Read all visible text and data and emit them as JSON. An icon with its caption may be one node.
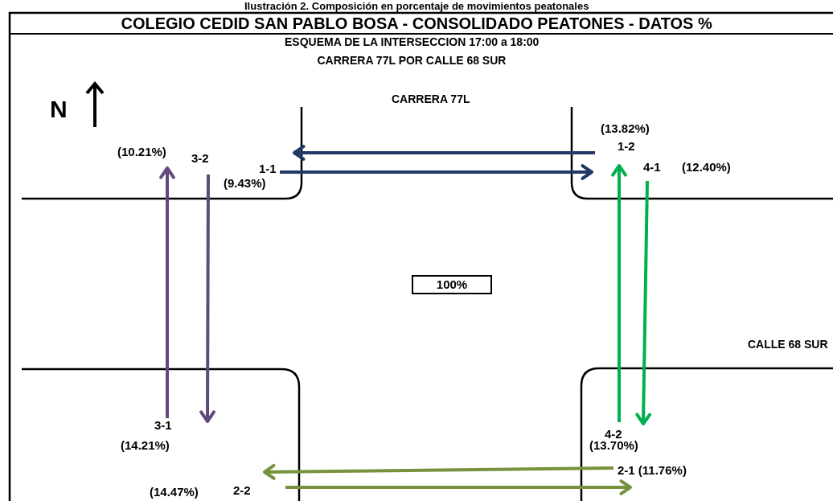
{
  "diagram": {
    "title": "COLEGIO CEDID SAN PABLO BOSA - CONSOLIDADO PEATONES - DATOS %",
    "caption": "Ilustración 2. Composición en porcentaje de movimientos peatonales",
    "nodes": [
      {
        "text": [
          "100%"
        ]
      }
    ],
    "labels": [
      "ESQUEMA DE LA INTERSECCION 17:00 a 18:00",
      "CARRERA 77L POR CALLE 68 SUR",
      "N",
      "CARRERA 77L",
      "(13.82%)",
      "(10.21%)",
      "3-2",
      "1-2",
      "1-1",
      "4-1",
      "(12.40%)",
      "(9.43%)",
      "CALLE 68 SUR",
      "3-1",
      "4-2",
      "(14.21%)",
      "(13.70%)",
      "2-1 (11.76%)",
      "(14.47%)",
      "2-2"
    ]
  }
}
